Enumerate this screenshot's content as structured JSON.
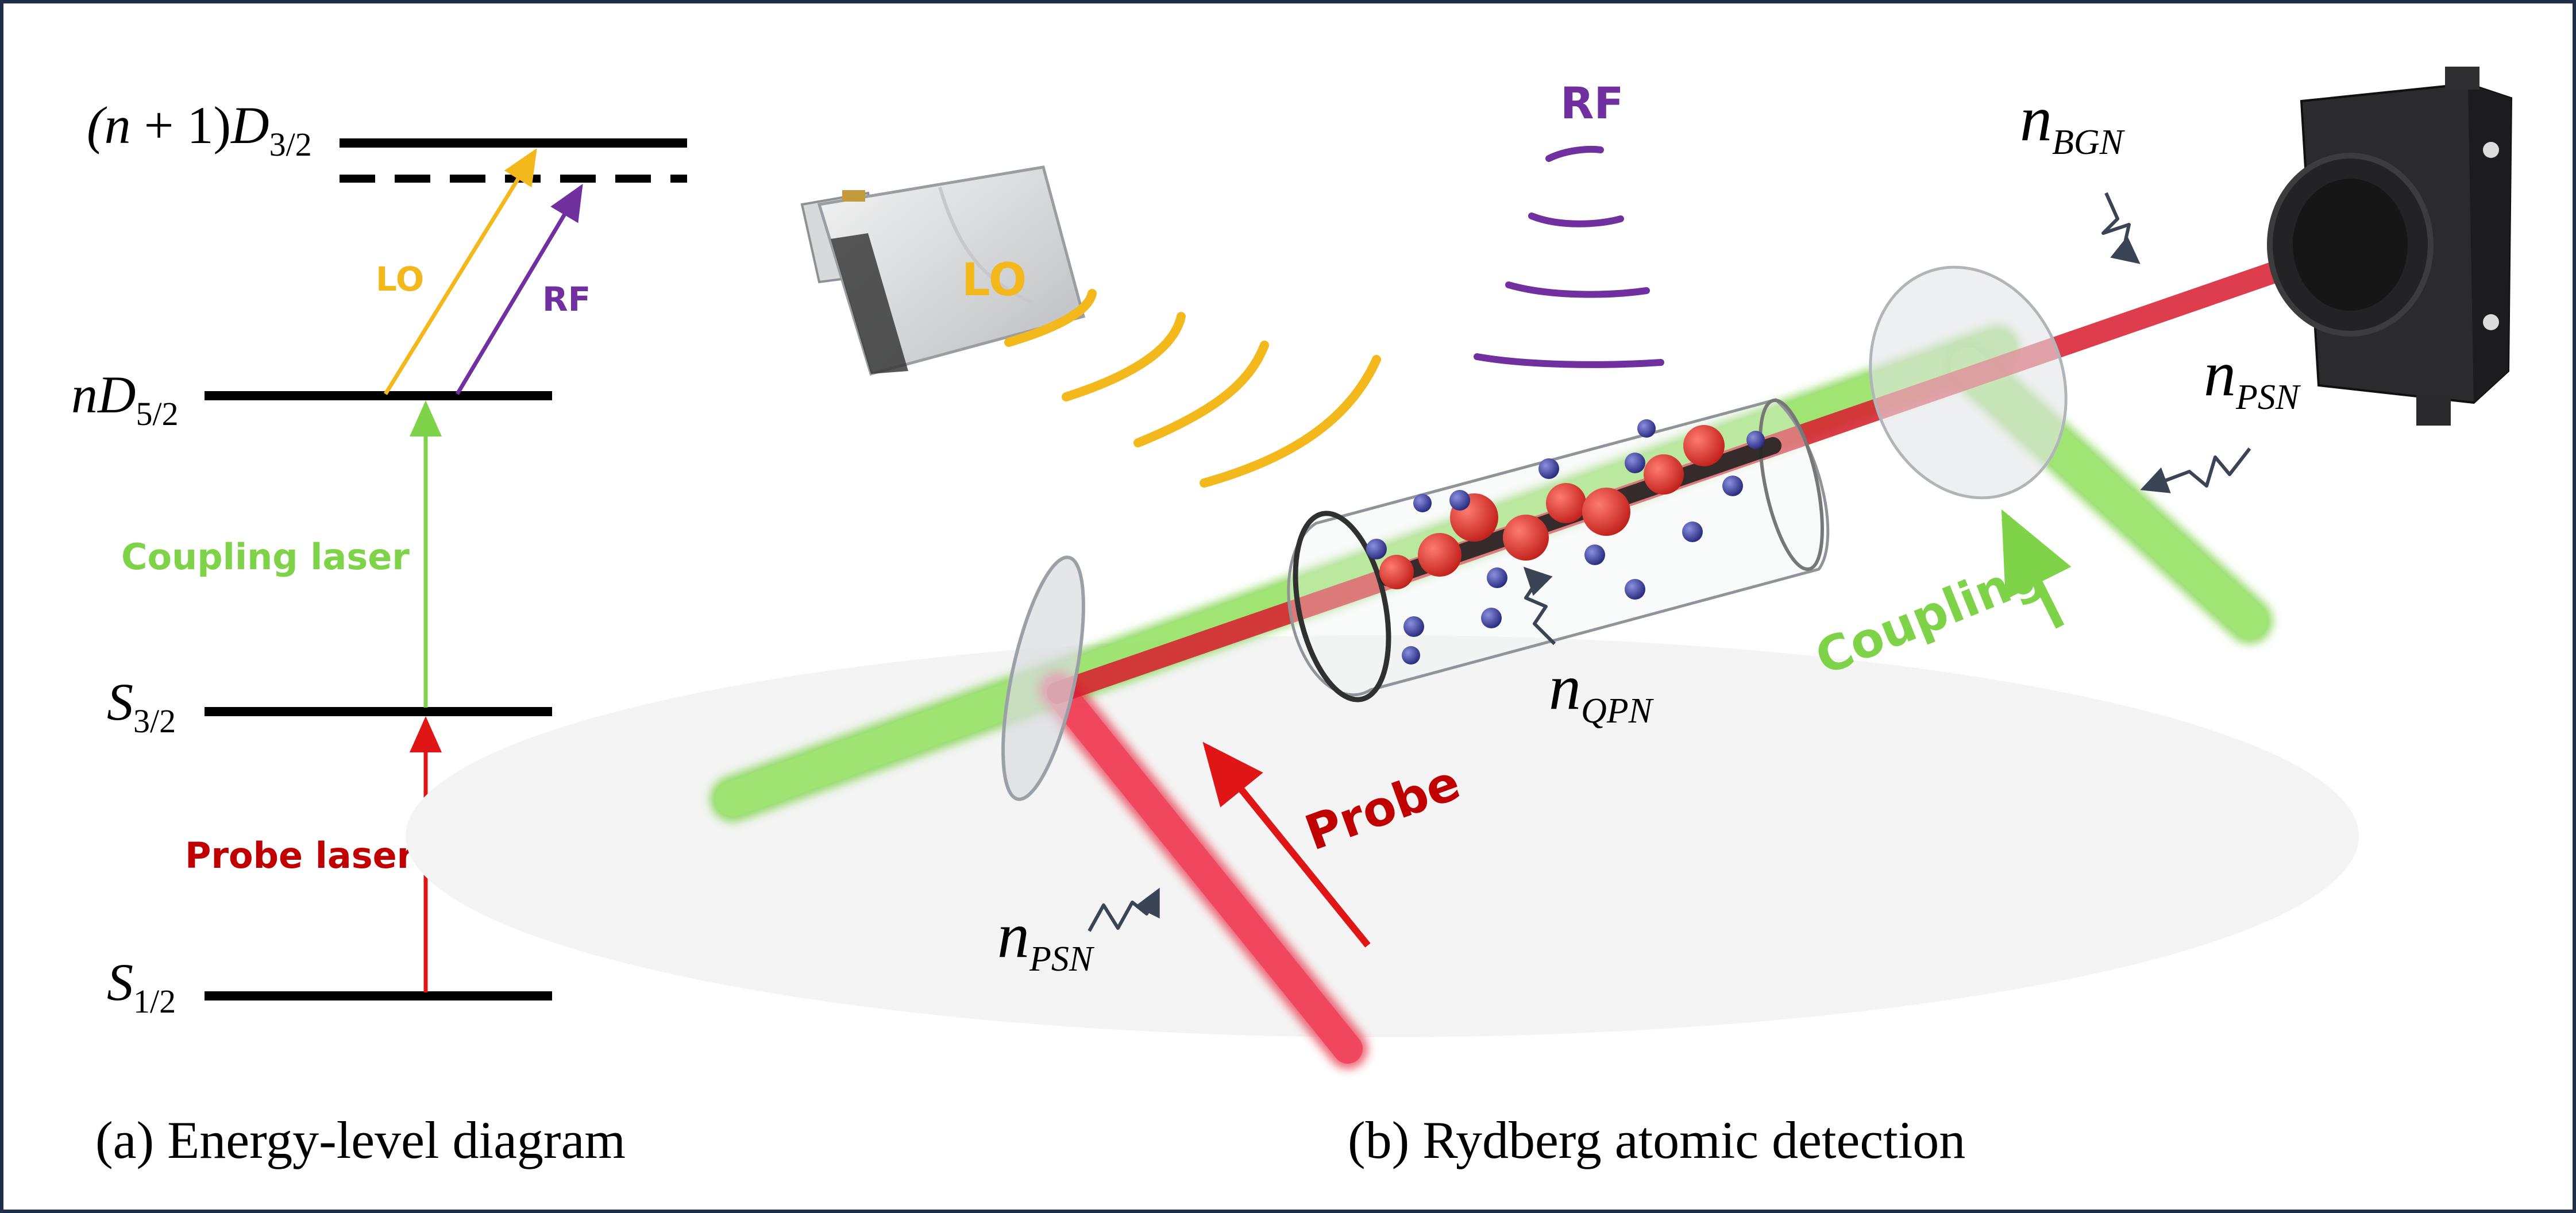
{
  "colors": {
    "border": "#1f2f4a",
    "probe": "#e01515",
    "probe_label": "#c00000",
    "coupling": "#7ed348",
    "lo": "#f2b81c",
    "rf": "#7030a0",
    "noise": "#3b4454"
  },
  "panel_a": {
    "levels": {
      "upper_n": "(n",
      "upper_plus": " + 1)",
      "upper_D": "D",
      "upper_sub": "3/2",
      "nd_n": "n",
      "nd_D": "D",
      "nd_sub": "5/2",
      "s32_S": "S",
      "s32_sub": "3/2",
      "s12_S": "S",
      "s12_sub": "1/2"
    },
    "transitions": {
      "lo": "LO",
      "rf": "RF",
      "coupling": "Coupling laser",
      "probe": "Probe laser"
    },
    "caption": "(a) Energy-level diagram"
  },
  "panel_b": {
    "labels": {
      "rf": "RF",
      "lo": "LO",
      "probe": "Probe",
      "coupling": "Coupling"
    },
    "noise": {
      "bgn_n": "n",
      "bgn_sub": "BGN",
      "psn_right_n": "n",
      "psn_right_sub": "PSN",
      "psn_left_n": "n",
      "psn_left_sub": "PSN",
      "qpn_n": "n",
      "qpn_sub": "QPN"
    },
    "caption": "(b) Rydberg atomic detection"
  }
}
